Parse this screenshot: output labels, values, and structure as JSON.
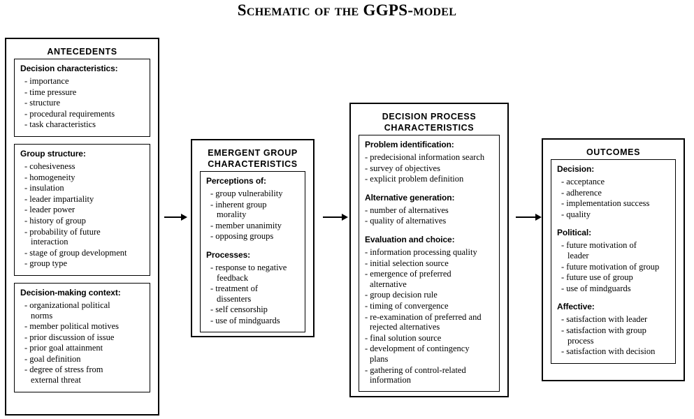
{
  "title": {
    "text": "Schematic of the GGPS-model",
    "part_a": "Schematic of the ",
    "part_b": "GGPS",
    "part_c": "-model"
  },
  "columns": [
    {
      "id": "antecedents",
      "heading": "ANTECEDENTS",
      "groups": [
        {
          "heading": "Decision characteristics:",
          "items": [
            "importance",
            "time pressure",
            "structure",
            "procedural requirements",
            "task characteristics"
          ]
        },
        {
          "heading": "Group structure:",
          "items": [
            "cohesiveness",
            "homogeneity",
            "insulation",
            "leader impartiality",
            "leader power",
            "history of group",
            "probability of future\n   interaction",
            "stage of group development",
            "group type"
          ]
        },
        {
          "heading": "Decision-making context:",
          "items": [
            "organizational political\n   norms",
            "member political motives",
            "prior discussion of issue",
            "prior goal attainment",
            "goal definition",
            "degree of stress from\n   external threat"
          ]
        }
      ]
    },
    {
      "id": "emergent-group-characteristics",
      "heading": "EMERGENT GROUP\nCHARACTERISTICS",
      "heading_line1": "EMERGENT GROUP",
      "heading_line2": "CHARACTERISTICS",
      "groups": [
        {
          "heading": "Perceptions of:",
          "items": [
            "group vulnerability",
            "inherent group\n   morality",
            "member unanimity",
            "opposing groups"
          ]
        },
        {
          "heading": "Processes:",
          "items": [
            "response to negative\n   feedback",
            "treatment of\n   dissenters",
            "self censorship",
            "use of mindguards"
          ]
        }
      ]
    },
    {
      "id": "decision-process-characteristics",
      "heading": "DECISION PROCESS\nCHARACTERISTICS",
      "heading_line1": "DECISION PROCESS",
      "heading_line2": "CHARACTERISTICS",
      "groups": [
        {
          "heading": "Problem identification:",
          "items": [
            "predecisional information search",
            "survey of objectives",
            "explicit problem definition"
          ]
        },
        {
          "heading": "Alternative generation:",
          "items": [
            "number of alternatives",
            "quality of alternatives"
          ]
        },
        {
          "heading": "Evaluation and choice:",
          "items": [
            "information processing quality",
            "initial selection source",
            "emergence of preferred\n   alternative",
            "group decision rule",
            "timing of convergence",
            "re-examination of preferred and\n   rejected alternatives",
            "final solution source",
            "development of contingency\n   plans",
            "gathering of control-related\n   information"
          ]
        }
      ]
    },
    {
      "id": "outcomes",
      "heading": "OUTCOMES",
      "groups": [
        {
          "heading": "Decision:",
          "items": [
            "acceptance",
            "adherence",
            "implementation success",
            "quality"
          ]
        },
        {
          "heading": "Political:",
          "items": [
            "future motivation of\n   leader",
            "future motivation of group",
            "future use of group",
            "use of mindguards"
          ]
        },
        {
          "heading": "Affective:",
          "items": [
            "satisfaction with leader",
            "satisfaction with group\n   process",
            "satisfaction with decision"
          ]
        }
      ]
    }
  ],
  "arrows": [
    {
      "name": "arrow-antecedents-to-emergent"
    },
    {
      "name": "arrow-emergent-to-process"
    },
    {
      "name": "arrow-process-to-outcomes"
    }
  ],
  "colors": {
    "background": "#ffffff",
    "ink": "#000000"
  }
}
